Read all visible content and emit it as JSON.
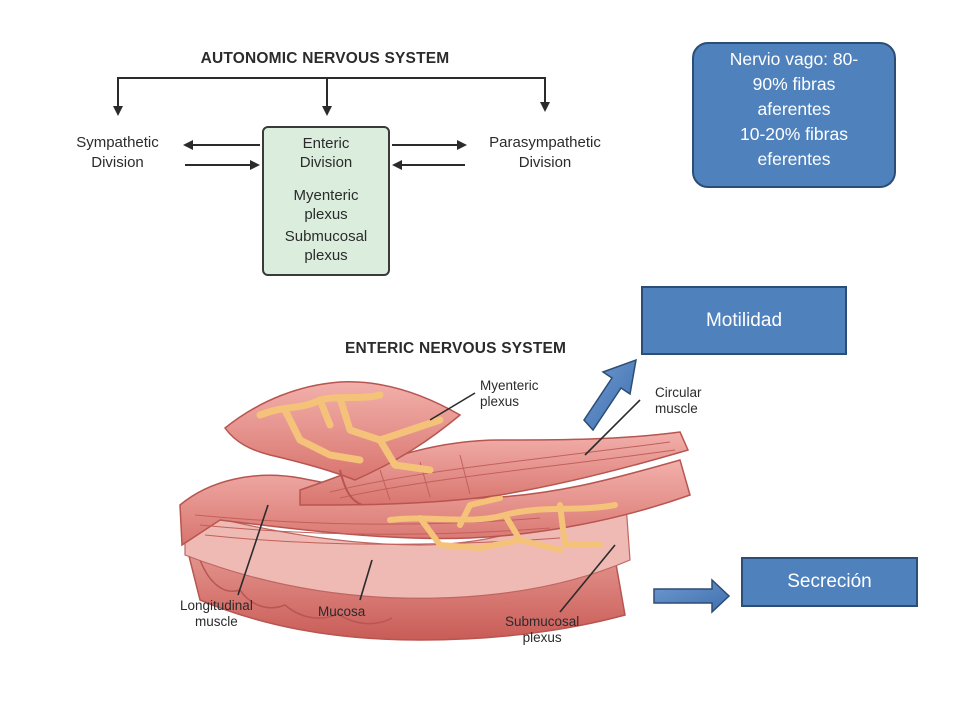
{
  "autonomic_diagram": {
    "title": "AUTONOMIC NERVOUS SYSTEM",
    "sympathetic": [
      "Sympathetic",
      "Division"
    ],
    "parasympathetic": [
      "Parasympathetic",
      "Division"
    ],
    "enteric_box": [
      "Enteric",
      "Division",
      "Myenteric",
      "plexus",
      "Submucosal",
      "plexus"
    ]
  },
  "callout": {
    "lines": [
      "Nervio vago: 80-",
      "90% fibras",
      "aferentes",
      "10-20% fibras",
      "eferentes"
    ]
  },
  "motilidad_label": "Motilidad",
  "secrecion_label": "Secreción",
  "enteric_illustration": {
    "title": "ENTERIC NERVOUS SYSTEM",
    "myenteric": [
      "Myenteric",
      "plexus"
    ],
    "circular": [
      "Circular",
      "muscle"
    ],
    "longitudinal": [
      "Longitudinal",
      "muscle"
    ],
    "mucosa": "Mucosa",
    "submucosal": [
      "Submucosal",
      "plexus"
    ]
  },
  "colors": {
    "callout_fill": "#4f81bd",
    "callout_border": "#2c4d75",
    "enteric_box_fill": "#dbeedd",
    "muscle": "#e58f8f",
    "plexus": "#f7c57a"
  }
}
